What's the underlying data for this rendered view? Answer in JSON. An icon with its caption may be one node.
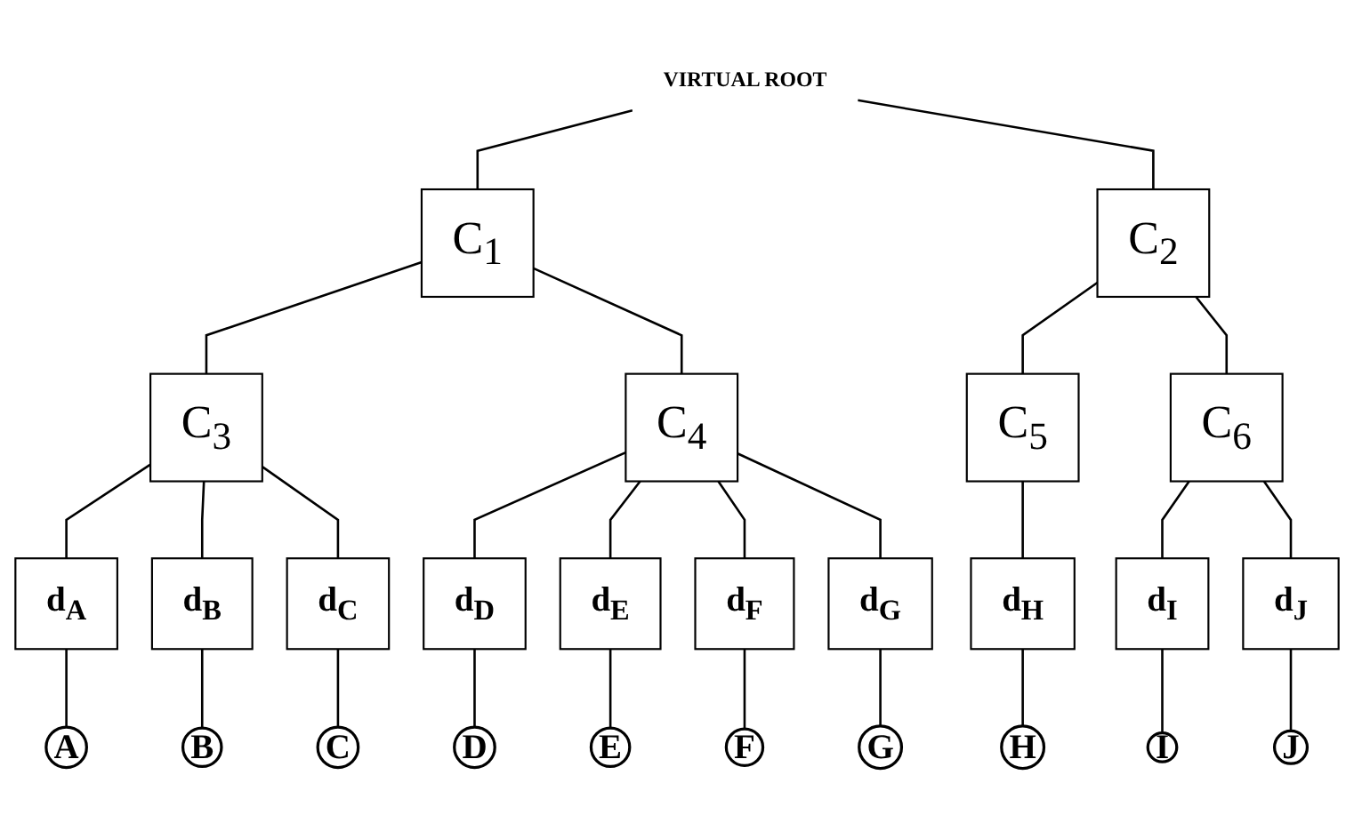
{
  "diagram": {
    "nodes": [
      {
        "text": [
          "VIRTUAL ROOT"
        ]
      },
      {
        "text": [
          "C$_{1}$"
        ]
      },
      {
        "text": [
          "C$_{2}$"
        ]
      },
      {
        "text": [
          "C$_{3}$"
        ]
      },
      {
        "text": [
          "C$_{4}$"
        ]
      },
      {
        "text": [
          "C$_{5}$"
        ]
      },
      {
        "text": [
          "C$_{6}$"
        ]
      },
      {
        "text": [
          "d$_{A}$"
        ]
      },
      {
        "text": [
          "d$_{B}$"
        ]
      },
      {
        "text": [
          "d$_{C}$"
        ]
      },
      {
        "text": [
          "d$_{D}$"
        ]
      },
      {
        "text": [
          "d$_{E}$"
        ]
      },
      {
        "text": [
          "d$_{F}$"
        ]
      },
      {
        "text": [
          "d$_{G}$"
        ]
      },
      {
        "text": [
          "d$_{H}$"
        ]
      },
      {
        "text": [
          "d$_{I}$"
        ]
      },
      {
        "text": [
          "d$_{J}$"
        ]
      },
      {
        "text": [
          "A"
        ]
      },
      {
        "text": [
          "B"
        ]
      },
      {
        "text": [
          "C"
        ]
      },
      {
        "text": [
          "D"
        ]
      },
      {
        "text": [
          "E"
        ]
      },
      {
        "text": [
          "F"
        ]
      },
      {
        "text": [
          "G"
        ]
      },
      {
        "text": [
          "H"
        ]
      },
      {
        "text": [
          "I"
        ]
      },
      {
        "text": [
          "J"
        ]
      }
    ],
    "edges": [
      {
        "from": 0,
        "to": 1,
        "arrow": "none"
      },
      {
        "from": 0,
        "to": 2,
        "arrow": "none"
      },
      {
        "from": 1,
        "to": 3,
        "arrow": "none"
      },
      {
        "from": 1,
        "to": 4,
        "arrow": "none"
      },
      {
        "from": 2,
        "to": 5,
        "arrow": "none"
      },
      {
        "from": 2,
        "to": 6,
        "arrow": "none"
      },
      {
        "from": 3,
        "to": 7,
        "arrow": "none"
      },
      {
        "from": 3,
        "to": 8,
        "arrow": "none"
      },
      {
        "from": 3,
        "to": 9,
        "arrow": "none"
      },
      {
        "from": 4,
        "to": 10,
        "arrow": "none"
      },
      {
        "from": 4,
        "to": 11,
        "arrow": "none"
      },
      {
        "from": 4,
        "to": 12,
        "arrow": "none"
      },
      {
        "from": 4,
        "to": 13,
        "arrow": "none"
      },
      {
        "from": 5,
        "to": 14,
        "arrow": "none"
      },
      {
        "from": 6,
        "to": 15,
        "arrow": "none"
      },
      {
        "from": 6,
        "to": 16,
        "arrow": "none"
      },
      {
        "from": 7,
        "to": 17,
        "arrow": "none"
      },
      {
        "from": 8,
        "to": 18,
        "arrow": "none"
      },
      {
        "from": 9,
        "to": 19,
        "arrow": "none"
      },
      {
        "from": 10,
        "to": 20,
        "arrow": "none"
      },
      {
        "from": 11,
        "to": 21,
        "arrow": "none"
      },
      {
        "from": 12,
        "to": 22,
        "arrow": "none"
      },
      {
        "from": 13,
        "to": 23,
        "arrow": "none"
      },
      {
        "from": 14,
        "to": 24,
        "arrow": "none"
      },
      {
        "from": 15,
        "to": 25,
        "arrow": "none"
      },
      {
        "from": 16,
        "to": 26,
        "arrow": "none"
      }
    ]
  }
}
